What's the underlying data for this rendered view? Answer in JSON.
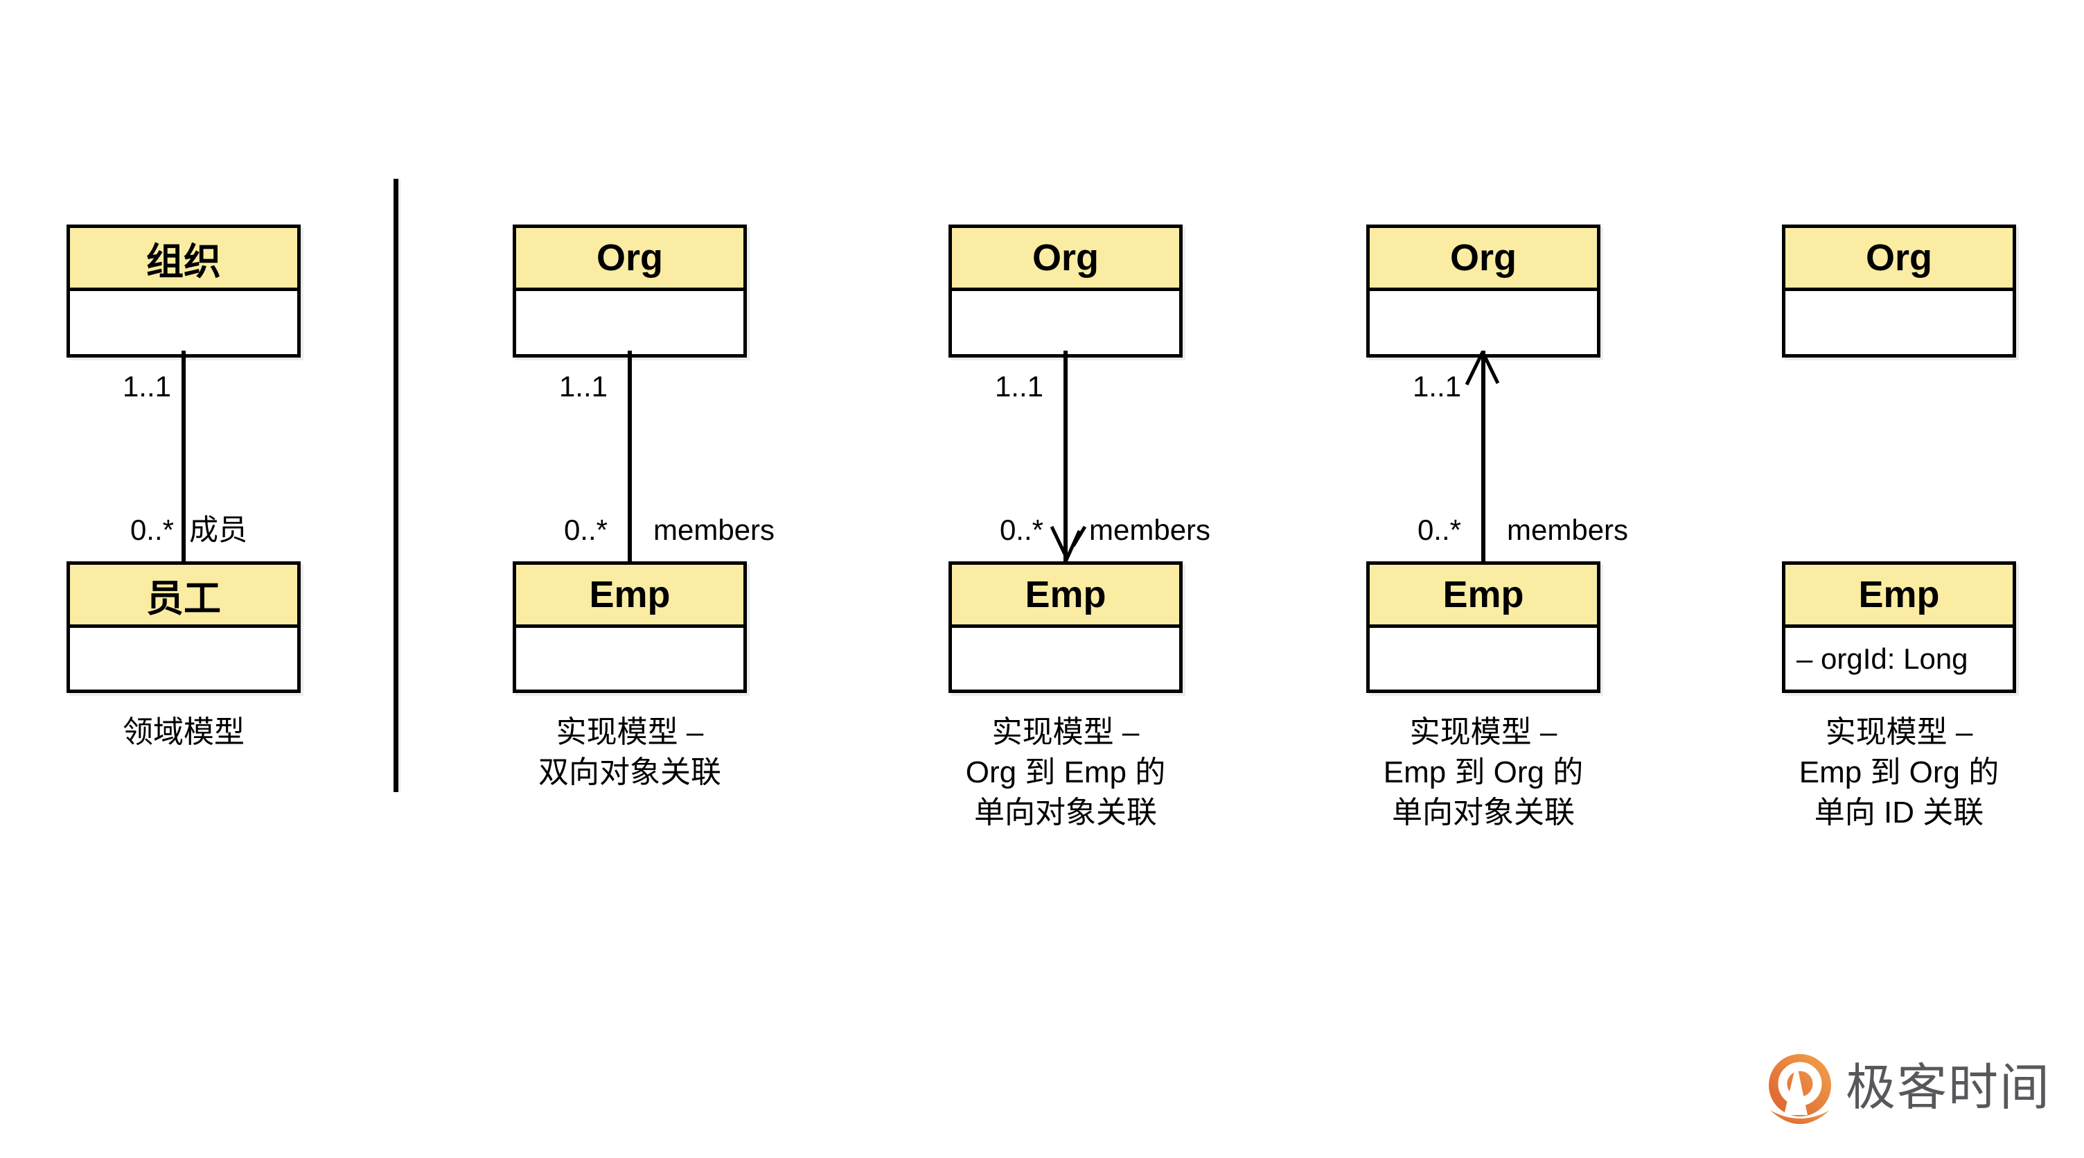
{
  "colors": {
    "background": "#FFFFFF",
    "class_header_fill": "#FAECA2",
    "border": "#000000",
    "logo_orange_dark": "#DC5F2E",
    "logo_orange_light": "#F2A34C",
    "logo_text_gray": "#57585B"
  },
  "diagrams": [
    {
      "top_class": "组织",
      "bottom_class": "员工",
      "mult_top": "1..1",
      "mult_bottom": "0..*",
      "role": "成员",
      "arrow": "none",
      "caption": [
        "领域模型"
      ]
    },
    {
      "top_class": "Org",
      "bottom_class": "Emp",
      "mult_top": "1..1",
      "mult_bottom": "0..*",
      "role": "members",
      "arrow": "none",
      "caption": [
        "实现模型 –",
        "双向对象关联"
      ]
    },
    {
      "top_class": "Org",
      "bottom_class": "Emp",
      "mult_top": "1..1",
      "mult_bottom": "0..*",
      "role": "members",
      "arrow": "down",
      "caption": [
        "实现模型 –",
        "Org 到 Emp 的",
        "单向对象关联"
      ]
    },
    {
      "top_class": "Org",
      "bottom_class": "Emp",
      "mult_top": "1..1",
      "mult_bottom": "0..*",
      "role": "members",
      "arrow": "up",
      "caption": [
        "实现模型 –",
        "Emp 到 Org 的",
        "单向对象关联"
      ]
    },
    {
      "top_class": "Org",
      "bottom_class": "Emp",
      "bottom_attr": "– orgId: Long",
      "arrow": "none",
      "caption": [
        "实现模型 –",
        "Emp 到 Org 的",
        "单向 ID 关联"
      ]
    }
  ],
  "logo": {
    "text": "极客时间"
  }
}
